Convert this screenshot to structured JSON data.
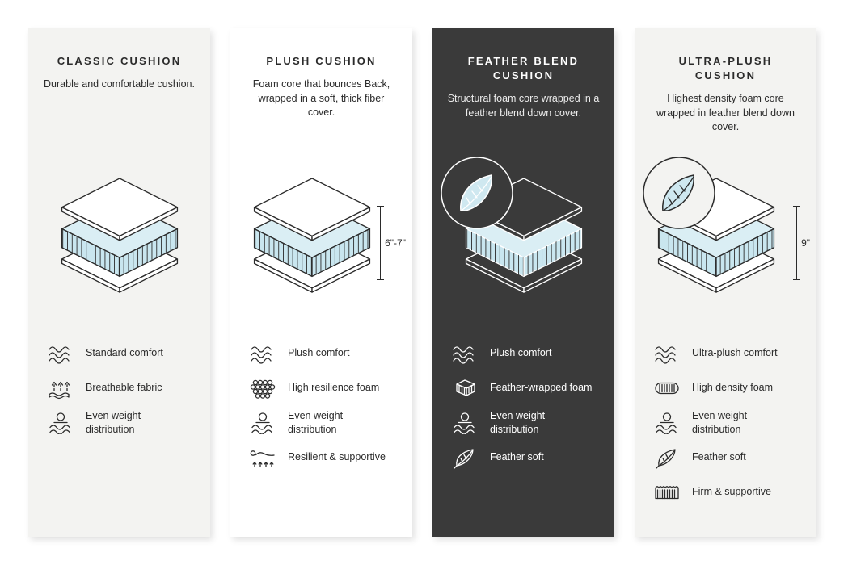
{
  "colors": {
    "accent_blue": "#cfe8f0",
    "panel_dark": "#3a3a3a",
    "card_light": "#f3f3f1",
    "text_dark": "#2b2b2b"
  },
  "cards": [
    {
      "title": "CLASSIC CUSHION",
      "description": "Durable and comfortable cushion.",
      "size_label": "",
      "features": [
        {
          "icon": "waves",
          "label": "Standard comfort"
        },
        {
          "icon": "breathable-fabric",
          "label": "Breathable fabric"
        },
        {
          "icon": "even-weight",
          "label": "Even weight distribution"
        }
      ]
    },
    {
      "title": "PLUSH CUSHION",
      "description": "Foam core that bounces Back, wrapped in a soft, thick fiber cover.",
      "size_label": "6\"-7\"",
      "features": [
        {
          "icon": "waves",
          "label": "Plush comfort"
        },
        {
          "icon": "foam-bubbles",
          "label": "High resilience foam"
        },
        {
          "icon": "even-weight",
          "label": "Even weight distribution"
        },
        {
          "icon": "recline-springs",
          "label": "Resilient & supportive"
        }
      ]
    },
    {
      "title": "FEATHER BLEND CUSHION",
      "description": "Structural foam core wrapped in a feather blend down cover.",
      "size_label": "",
      "features": [
        {
          "icon": "waves",
          "label": "Plush comfort"
        },
        {
          "icon": "foam-brick",
          "label": "Feather-wrapped foam"
        },
        {
          "icon": "even-weight",
          "label": "Even weight distribution"
        },
        {
          "icon": "feather",
          "label": "Feather soft"
        }
      ]
    },
    {
      "title": "ULTRA-PLUSH CUSHION",
      "description": "Highest density foam core wrapped in feather blend down cover.",
      "size_label": "9\"",
      "features": [
        {
          "icon": "waves",
          "label": "Ultra-plush comfort"
        },
        {
          "icon": "density-lines",
          "label": "High density foam"
        },
        {
          "icon": "even-weight",
          "label": "Even weight distribution"
        },
        {
          "icon": "feather",
          "label": "Feather soft"
        },
        {
          "icon": "coil-springs",
          "label": "Firm & supportive"
        }
      ]
    }
  ]
}
